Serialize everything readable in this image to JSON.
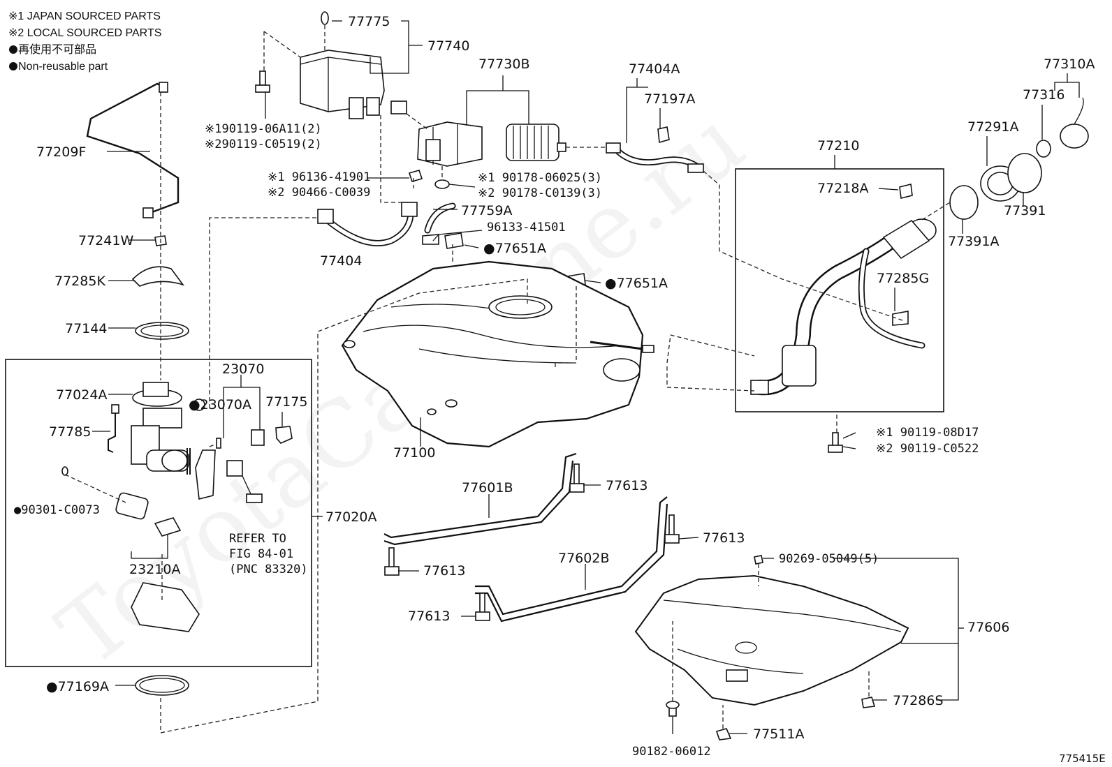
{
  "legend": {
    "japan": "※1 JAPAN SOURCED PARTS",
    "local": "※2 LOCAL SOURCED PARTS",
    "nonreuse_jp": "● 再使用不可部品",
    "nonreuse_en": "● Non-reusable part"
  },
  "watermark": "ToyotaCarMine.ru",
  "diagram_id": "775415E",
  "parts": {
    "p77775": "77775",
    "p77740": "77740",
    "p77730B": "77730B",
    "p77404A": "77404A",
    "p77197A": "77197A",
    "p77310A": "77310A",
    "p77316": "77316",
    "p77291A": "77291A",
    "p77210": "77210",
    "p77218A": "77218A",
    "p77391": "77391",
    "p77391A": "77391A",
    "p77285G": "77285G",
    "p77209F": "77209F",
    "p77241W": "77241W",
    "p77285K": "77285K",
    "p77144": "77144",
    "p77759A": "77759A",
    "p77404": "77404",
    "p77651A_top": "●77651A",
    "p77651A_right": "●77651A",
    "p96133": "96133-41501",
    "p23070": "23070",
    "p77024A": "77024A",
    "p23070A": "●23070A",
    "p77175": "77175",
    "p77785": "77785",
    "p90301": "●90301-C0073",
    "p23210A": "23210A",
    "p77020A": "77020A",
    "p77169A": "●77169A",
    "p77100": "77100",
    "p77601B": "77601B",
    "p77613_a": "77613",
    "p77613_b": "77613",
    "p77613_c": "77613",
    "p77613_d": "77613",
    "p77602B": "77602B",
    "p90269": "90269-05049(5)",
    "p77606": "77606",
    "p77286S": "77286S",
    "p77511A": "77511A",
    "p90182": "90182-06012"
  },
  "refs": {
    "bolt_canister_1": "※190119-06A11(2)",
    "bolt_canister_2": "※290119-C0519(2)",
    "clip_1": "※1 96136-41901",
    "clip_2": "※2 90466-C0039",
    "nut_1": "※1 90178-06025(3)",
    "nut_2": "※2 90178-C0139(3)",
    "bolt_filler_1": "※1  90119-08D17",
    "bolt_filler_2": "※2  90119-C0522"
  },
  "refer_note": {
    "line1": "REFER TO",
    "line2": "FIG 84-01",
    "line3": "(PNC 83320)"
  }
}
